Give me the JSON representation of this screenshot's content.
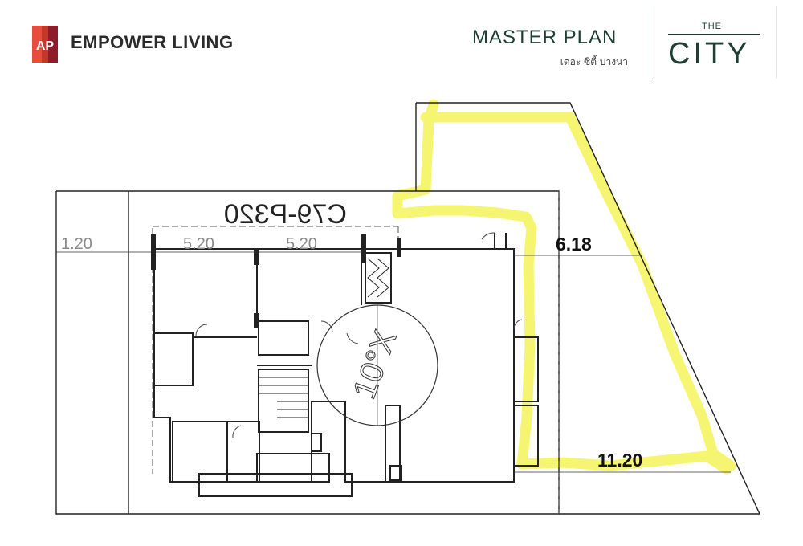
{
  "header": {
    "brand_logo_text": "AP",
    "brand_name": "EMPOWER LIVING",
    "master_plan_title": "MASTER PLAN",
    "master_plan_subtitle": "เดอะ ซิตี้ บางนา",
    "city_logo_the": "THE",
    "city_logo_name": "CITY"
  },
  "plan": {
    "unit_code": "C79-P320",
    "dimensions": {
      "left_setback": "1.20",
      "bay_left": "5.20",
      "bay_right": "5.20",
      "top_width": "6.18",
      "bottom_width": "11.20"
    },
    "compass_text": "10°X",
    "colors": {
      "highlight": "#f5f56a",
      "linework": "#222222"
    }
  }
}
